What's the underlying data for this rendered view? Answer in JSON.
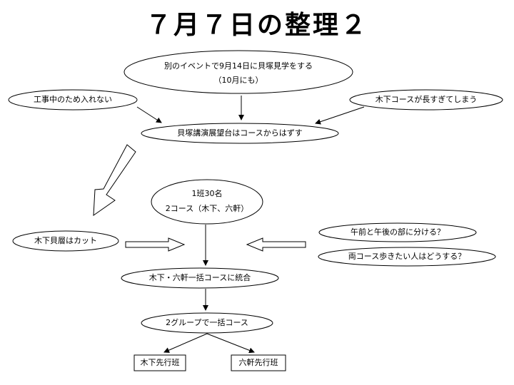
{
  "title": "７月７日の整理２",
  "nodes": {
    "top_event_line1": "別のイベントで9月14日に貝塚見学をする",
    "top_event_line2": "（10月にも）",
    "construction": "工事中のため入れない",
    "course_long": "木下コースが長すぎてしまう",
    "exclude_tower": "貝塚講演展望台はコースからはずす",
    "group_line1": "1班30名",
    "group_line2": "2コース（木下、六軒）",
    "cut_shell": "木下貝層はカット",
    "split_am_pm": "午前と午後の部に分ける？",
    "both_courses": "両コース歩きたい人はどうする？",
    "merge_course": "木下・六軒一括コースに統合",
    "two_groups": "2グループで一括コース",
    "kioroshi_first": "木下先行班",
    "rokken_first": "六軒先行班"
  }
}
